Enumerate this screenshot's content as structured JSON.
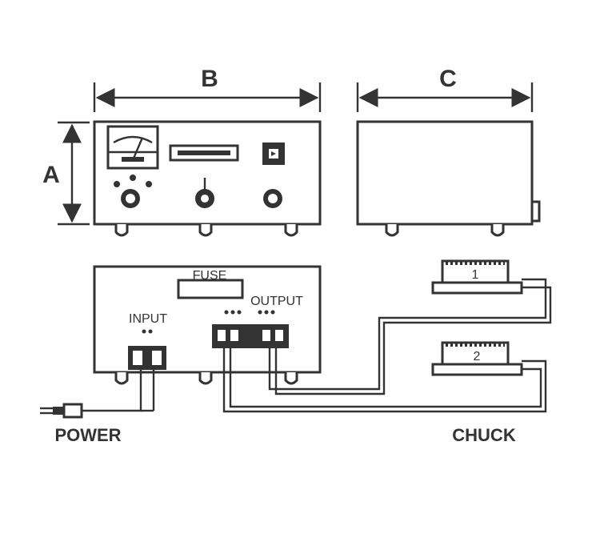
{
  "dimensions": {
    "a": "A",
    "b": "B",
    "c": "C"
  },
  "labels": {
    "fuse": "FUSE",
    "input": "INPUT",
    "output": "OUTPUT",
    "power": "POWER",
    "chuck": "CHUCK",
    "chuck_1": "1",
    "chuck_2": "2"
  },
  "colors": {
    "ink": "#333333",
    "paper": "#ffffff"
  }
}
